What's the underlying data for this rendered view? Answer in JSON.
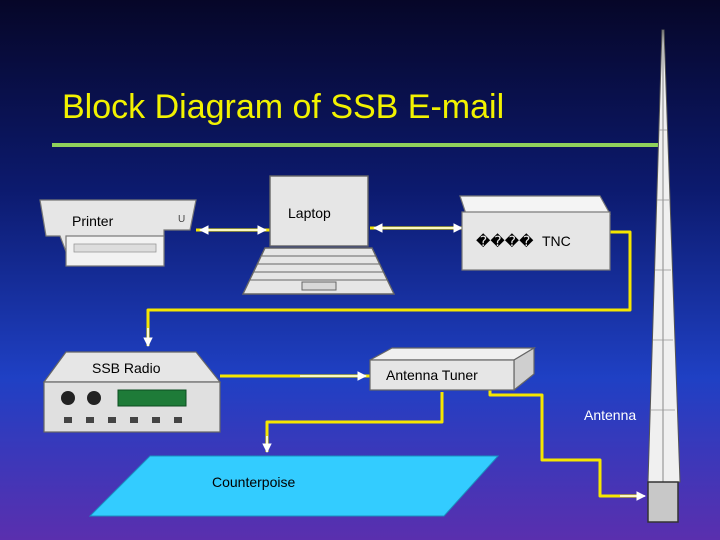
{
  "title": "Block Diagram of SSB E-mail",
  "components": {
    "printer": "Printer",
    "laptop": "Laptop",
    "tnc": "TNC",
    "tnc_glyphs": "����",
    "ssb_radio": "SSB Radio",
    "antenna_tuner": "Antenna Tuner",
    "antenna": "Antenna",
    "counterpoise": "Counterpoise"
  },
  "connections": [
    {
      "from": "Laptop",
      "to": "Printer",
      "type": "bidirectional"
    },
    {
      "from": "Laptop",
      "to": "TNC",
      "type": "bidirectional"
    },
    {
      "from": "TNC",
      "to": "SSB Radio",
      "type": "directed"
    },
    {
      "from": "SSB Radio",
      "to": "Antenna Tuner",
      "type": "directed"
    },
    {
      "from": "Antenna Tuner",
      "to": "Counterpoise",
      "type": "directed"
    },
    {
      "from": "Antenna Tuner",
      "to": "Antenna",
      "type": "directed"
    }
  ],
  "colors": {
    "title": "#f2f200",
    "rule": "#8fd15b",
    "wire": "#f5e600",
    "device": "#e6e6e6",
    "counterpoise": "#33ccff"
  }
}
